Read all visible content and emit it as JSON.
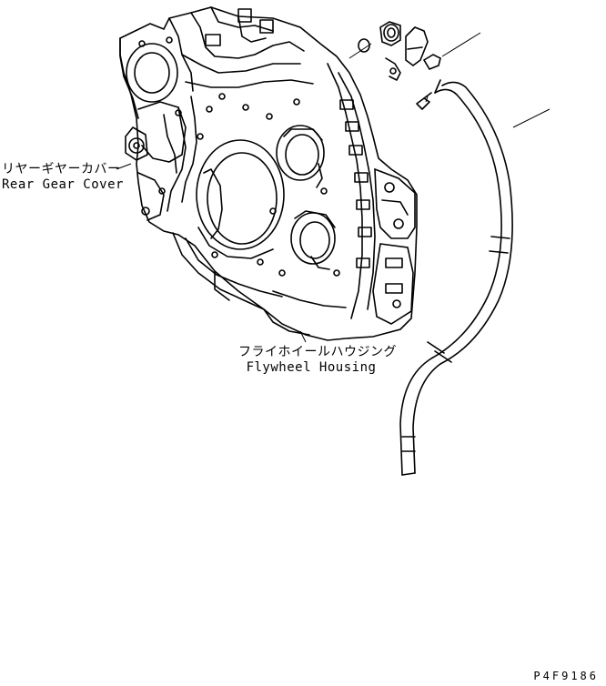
{
  "labels": {
    "rear_gear_cover_jp": "リヤーギヤーカバー",
    "rear_gear_cover_en": "Rear Gear Cover",
    "flywheel_housing_jp": "フライホイールハウジング",
    "flywheel_housing_en": "Flywheel Housing"
  },
  "drawing_code": "P4F9186"
}
